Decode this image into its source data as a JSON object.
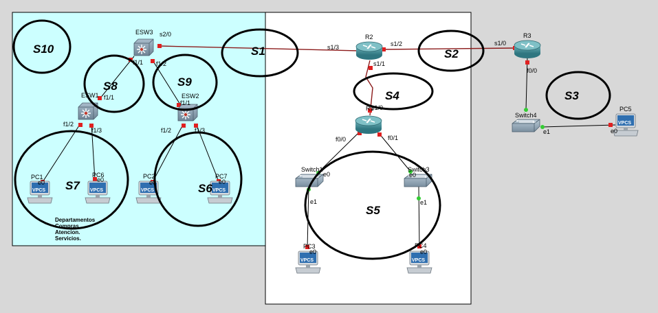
{
  "diagram": {
    "devices": {
      "esw3": "ESW3",
      "esw1": "ESW1",
      "esw2": "ESW2",
      "r2": "R2",
      "r3": "R3",
      "r1": "R1",
      "switch1": "Switch1",
      "switch3": "Switch3",
      "switch4": "Switch4",
      "pc1": "PC1",
      "pc6": "PC6",
      "pc2": "PC2",
      "pc7": "PC7",
      "pc3": "PC3",
      "pc4": "PC4",
      "pc5": "PC5"
    },
    "vpcs_label": "VPCS",
    "ports": {
      "esw3_s20": "s2/0",
      "esw3_f11": "f1/1",
      "esw3_f12": "f1/2",
      "esw1_f11": "f1/1",
      "esw1_f12": "f1/2",
      "esw1_f13": "f1/3",
      "esw2_f11": "f1/1",
      "esw2_f12": "f1/2",
      "esw2_f13": "f1/3",
      "r2_s13": "s1/3",
      "r2_s12": "s1/2",
      "r2_s11": "s1/1",
      "r3_s10": "s1/0",
      "r3_f00": "f0/0",
      "r1_s10": "s1/0",
      "r1_f00": "f0/0",
      "r1_f01": "f0/1",
      "sw1_e0": "e0",
      "sw1_e1": "e1",
      "sw3_e0": "e0",
      "sw3_e1": "e1",
      "sw4_e1": "e1",
      "pc1_e0": "e0",
      "pc6_e0": "e0",
      "pc2_e0": "e0",
      "pc7_e0": "e0",
      "pc3_e0": "e0",
      "pc4_e0": "e0",
      "pc5_e0": "e0"
    },
    "segments": {
      "s1": "S1",
      "s2": "S2",
      "s3": "S3",
      "s4": "S4",
      "s5": "S5",
      "s6": "S6",
      "s7": "S7",
      "s8": "S8",
      "s9": "S9",
      "s10": "S10"
    },
    "note_lines": [
      "Departamentos",
      "Compras",
      "Atencion.",
      "Servicios."
    ]
  },
  "colors": {
    "background": "#d8d8d8",
    "left_area": "#ccffff",
    "center_area": "#ffffff",
    "link_serial": "#8b1a1a",
    "link_ethernet": "#000000",
    "port_down": "#e02020",
    "port_up": "#33cc33",
    "router_body": "#3f8a92",
    "switch_body": "#8aa0b0",
    "vpcs_screen": "#2f6fb0"
  },
  "icons": [
    "router-icon",
    "multilayer-switch-icon",
    "ethernet-switch-icon",
    "vpcs-pc-icon"
  ]
}
